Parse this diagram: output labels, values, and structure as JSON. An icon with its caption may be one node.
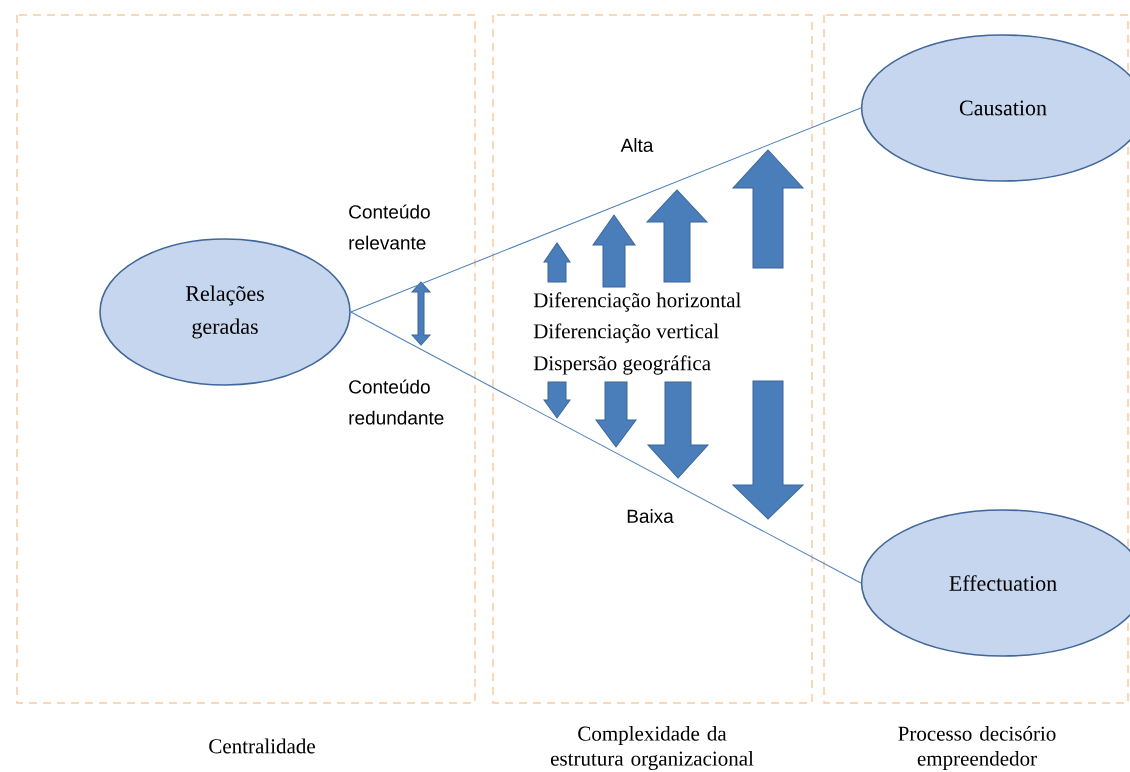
{
  "diagram": {
    "nodes": [
      {
        "text": [
          "Relações geradas"
        ]
      },
      {
        "text": [
          "Causation"
        ]
      },
      {
        "text": [
          "Effectuation"
        ]
      }
    ],
    "edges": [
      {
        "from": 0,
        "to": 1,
        "arrow": "none"
      },
      {
        "from": 0,
        "to": 2,
        "arrow": "none"
      }
    ],
    "labels": [
      "Conteúdo relevante",
      "Alta",
      "Diferenciação horizontal",
      "Diferenciação vertical",
      "Dispersão geográfica",
      "Conteúdo redundante",
      "Baixa",
      "Centralidade",
      "Complexidade da estrutura organizacional",
      "Processo decisório empreendedor"
    ]
  }
}
